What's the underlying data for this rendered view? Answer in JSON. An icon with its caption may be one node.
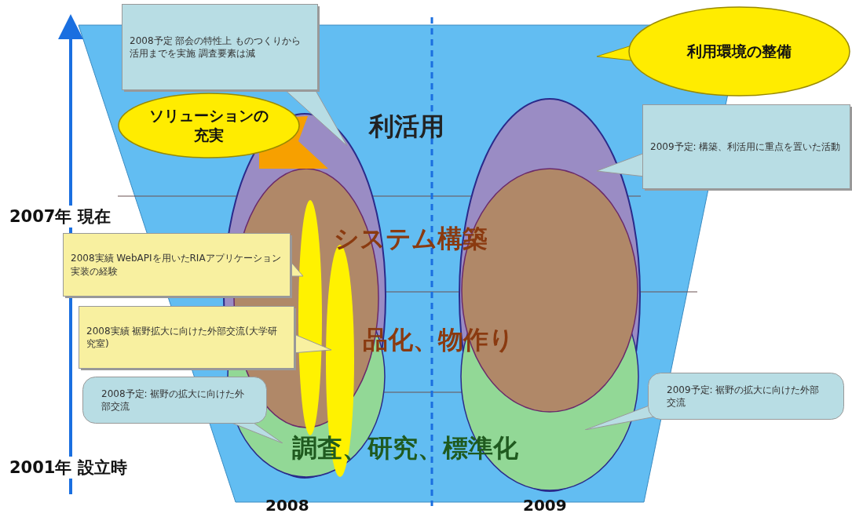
{
  "diagram": {
    "nodes": [
      {
        "text": [
          "2008予定 部会の特性上 ものつくりから活用までを実施 調査要素は減"
        ]
      },
      {
        "text": [
          "ソリューションの充実"
        ]
      },
      {
        "text": [
          "利用環境の整備"
        ]
      },
      {
        "text": [
          "2009予定: 構築、利活用に重点を置いた活動"
        ]
      },
      {
        "text": [
          "2008実績 WebAPIを用いたRIAアプリケーション実装の経験"
        ]
      },
      {
        "text": [
          "2008実績 裾野拡大に向けた外部交流(大学研究室)"
        ]
      },
      {
        "text": [
          "2008予定: 裾野の拡大に向けた外部交流"
        ]
      },
      {
        "text": [
          "2009予定: 裾野の拡大に向けた外部交流"
        ]
      }
    ],
    "labels": [
      "利活用",
      "2007年 現在",
      "システム構築",
      "品化、物作り",
      "調査、研究、標準化",
      "2001年 設立時",
      "2008",
      "2009"
    ]
  }
}
